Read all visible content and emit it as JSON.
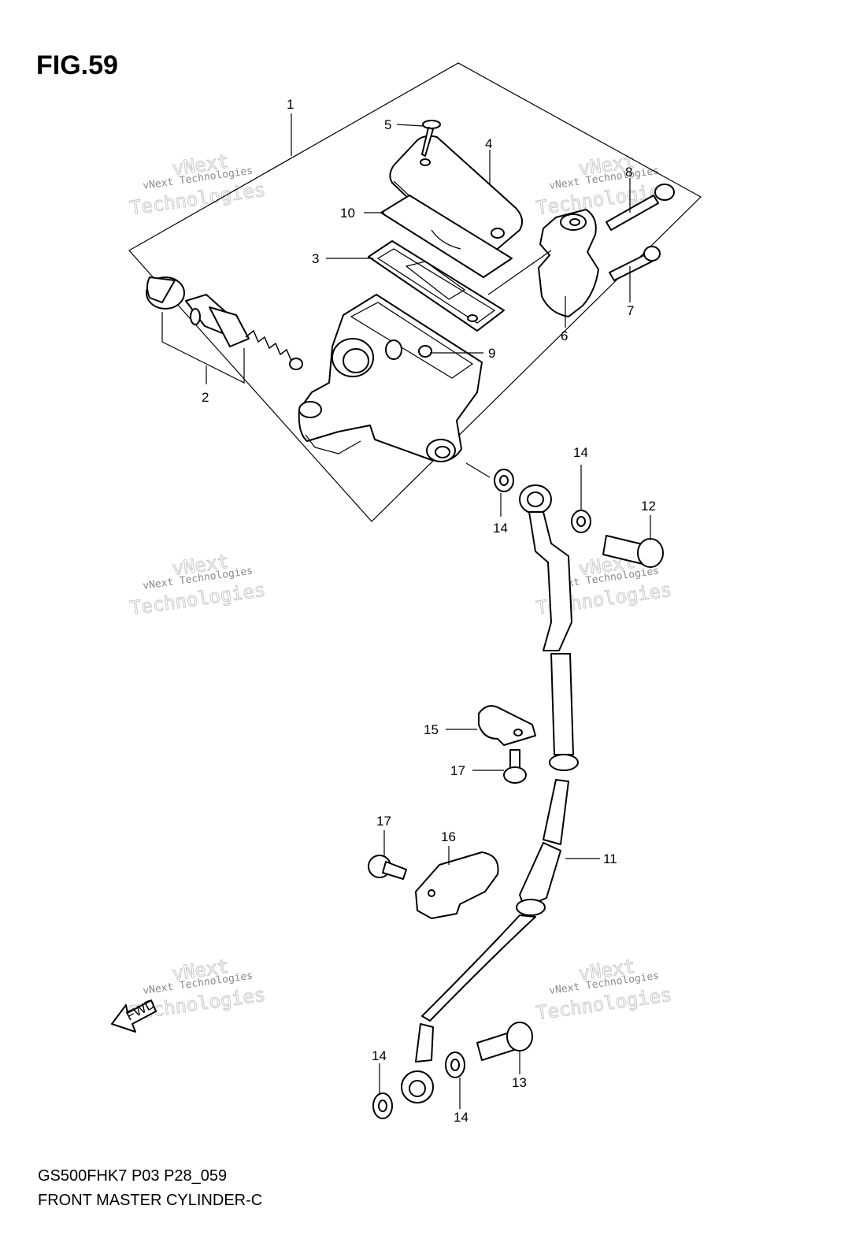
{
  "figure": {
    "title": "FIG.59"
  },
  "footer": {
    "model_code": "GS500FHK7 P03 P28_059",
    "diagram_name": "FRONT MASTER CYLINDER-C"
  },
  "watermark": {
    "line1": "vNext Technologies",
    "line2": "vNext",
    "line3": "Technologies"
  },
  "fwd_arrow": {
    "label": "FWD"
  },
  "callouts": {
    "c1": "1",
    "c2": "2",
    "c3": "3",
    "c4": "4",
    "c5": "5",
    "c6": "6",
    "c7": "7",
    "c8": "8",
    "c9": "9",
    "c10": "10",
    "c11": "11",
    "c12": "12",
    "c13": "13",
    "c14a": "14",
    "c14b": "14",
    "c14c": "14",
    "c14d": "14",
    "c15": "15",
    "c16": "16",
    "c17a": "17",
    "c17b": "17"
  }
}
